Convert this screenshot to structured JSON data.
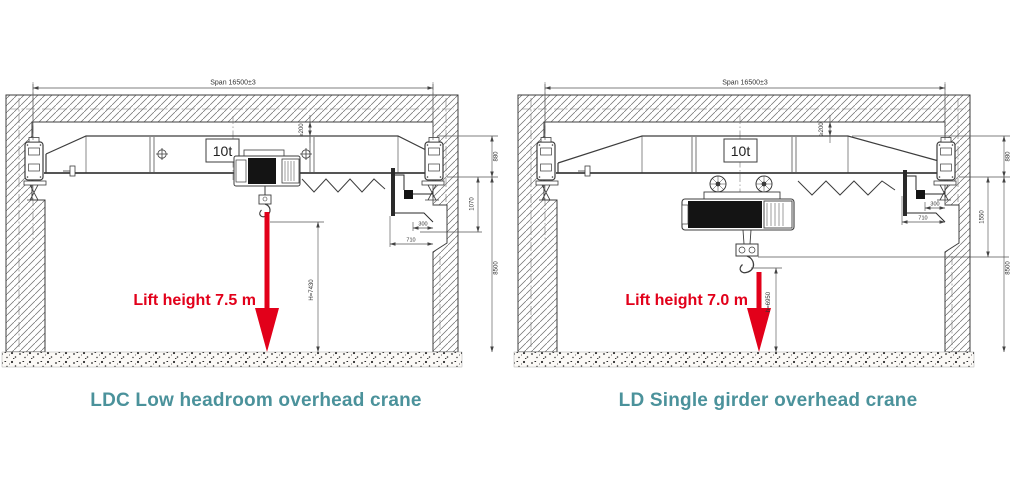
{
  "colors": {
    "drawing_line": "#3d3d3d",
    "dimension_line": "#555555",
    "accent_red": "#e2001a",
    "caption_teal": "#4b929b"
  },
  "left": {
    "caption": "LDC Low headroom overhead crane",
    "span_label": "Span 16500±3",
    "capacity_label": "10t",
    "clearance_label": "≥200",
    "lift_height_label": "Lift height 7.5 m",
    "dims": {
      "girder_height": "880",
      "hook_headroom": "1070",
      "hall_height": "8500",
      "bracket_width": "300",
      "wall_clearance": "710",
      "hook_path": "H=7430"
    }
  },
  "right": {
    "caption": "LD Single girder overhead crane",
    "span_label": "Span 16500±3",
    "capacity_label": "10t",
    "clearance_label": "≥200",
    "lift_height_label": "Lift height 7.0 m",
    "dims": {
      "girder_height": "880",
      "hook_headroom": "1550",
      "hall_height": "8500",
      "bracket_width": "300",
      "wall_clearance": "710",
      "hook_path": "h=6950"
    }
  }
}
